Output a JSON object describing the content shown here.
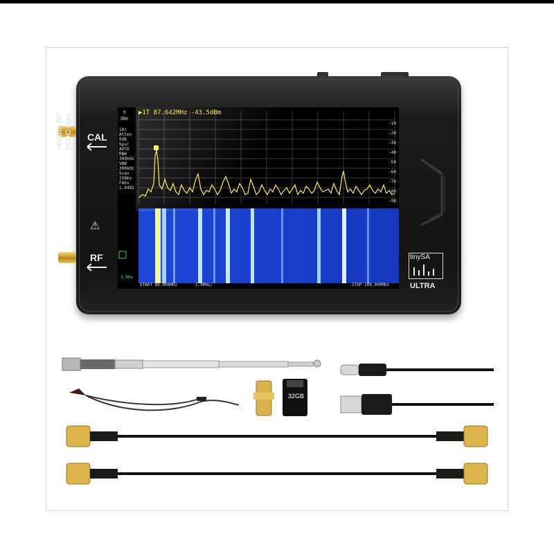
{
  "device": {
    "port_cal": "CAL",
    "port_rf": "RF",
    "side_label_line1": "+6dBm RF",
    "side_label_line2": "5VDC Max",
    "brand": "tinySA",
    "model": "ULTRA"
  },
  "screen": {
    "marker_readout": "▶1T  87.642MHz -43.5dBm",
    "marker_id": "1",
    "top_left_unit": "dBm",
    "left_panel": [
      "10/",
      "Atten",
      "0dB",
      "Spur",
      "AUTO",
      "RBW",
      "300kHz",
      "VBW",
      "300kHz",
      "Scan",
      "158ms",
      "Fmbs",
      "1.9492"
    ],
    "battery_label": "3.90v",
    "ref_scale": [
      "0",
      "-10",
      "-20",
      "-30",
      "-40",
      "-50",
      "-60",
      "-70",
      "-80",
      "-90"
    ],
    "start_label": "START 86.000MHz",
    "span_label": "2.0MHz/",
    "stop_label": "STOP 109.000MHz",
    "trace_color": "#ffee44",
    "waterfall_color": "#1c3fd6"
  },
  "accessories": {
    "sd_card_label": "32GB"
  }
}
